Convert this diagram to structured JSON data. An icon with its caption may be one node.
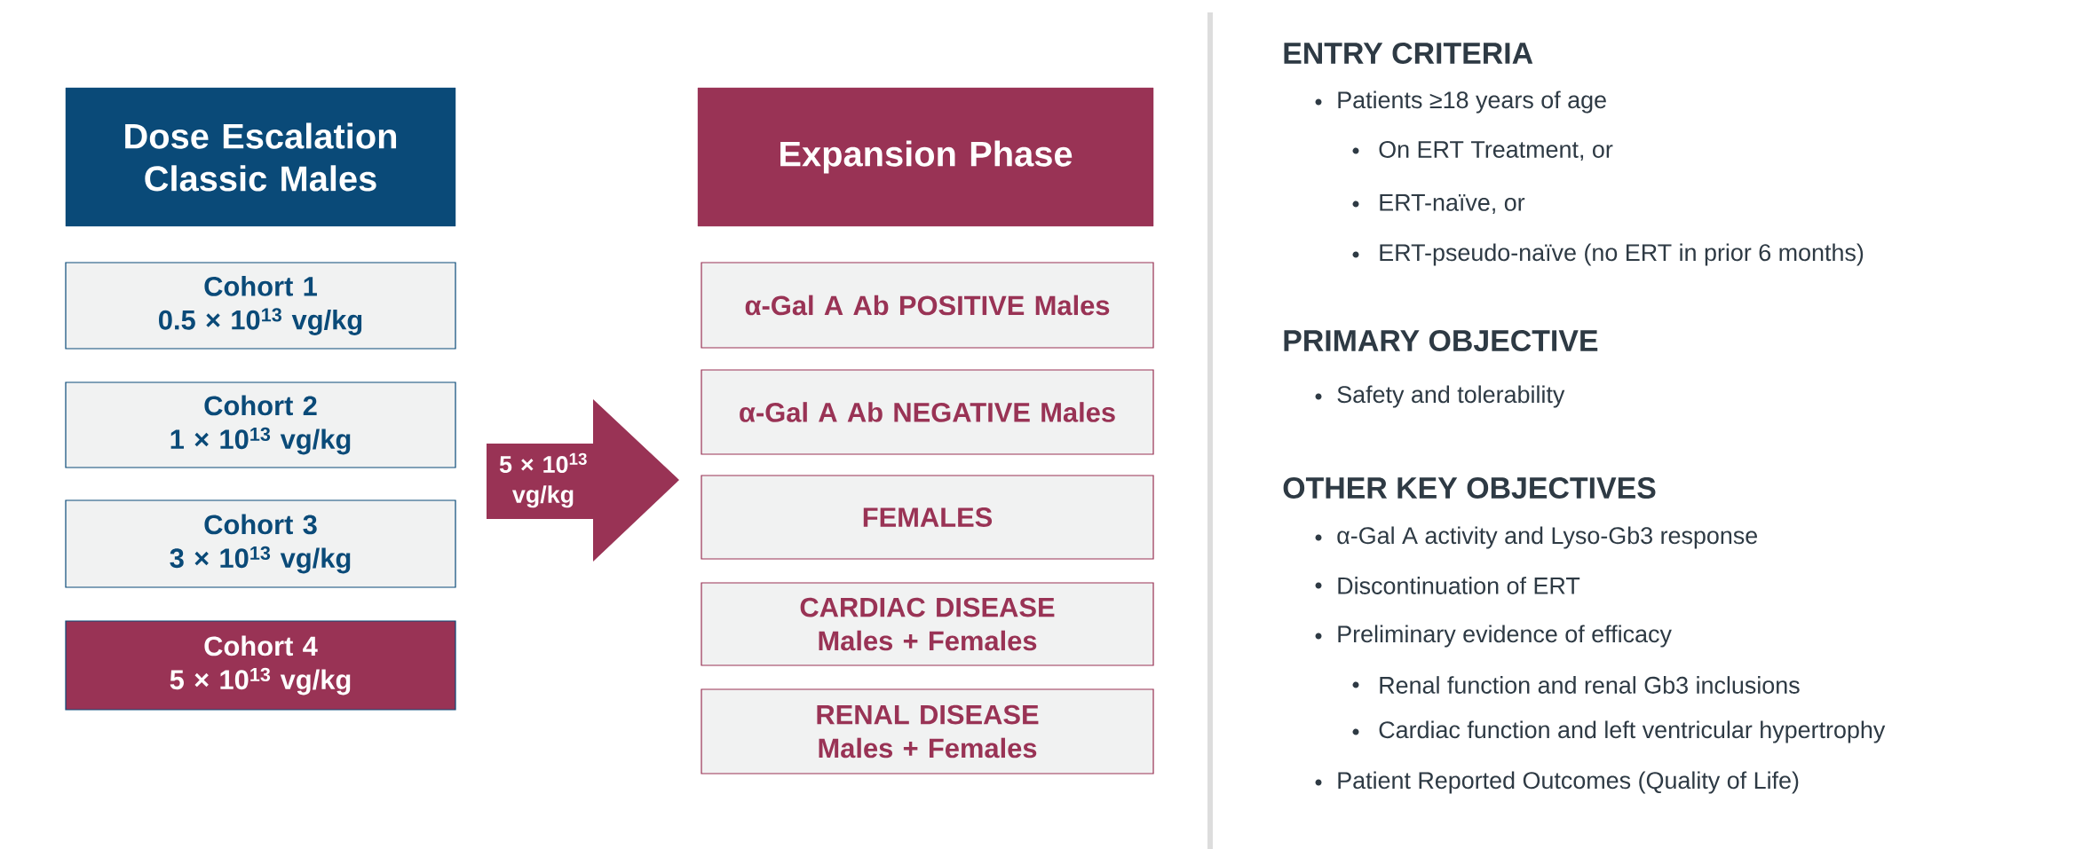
{
  "diagram": {
    "nodes": [
      {
        "text": [
          "Dose Escalation Classic Males"
        ]
      },
      {
        "text": [
          "Cohort 1",
          "0.5 × 10$^{13}$ vg/kg"
        ]
      },
      {
        "text": [
          "Cohort 2",
          "1 × 10$^{13}$ vg/kg"
        ]
      },
      {
        "text": [
          "Cohort 3",
          "3 × 10$^{13}$ vg/kg"
        ]
      },
      {
        "text": [
          "Cohort 4",
          "5 × 10$^{13}$ vg/kg"
        ]
      },
      {
        "text": [
          "5 × 10$^{13}$ vg/kg"
        ]
      },
      {
        "text": [
          "Expansion Phase"
        ]
      },
      {
        "text": [
          "α-Gal A Ab POSITIVE Males"
        ]
      },
      {
        "text": [
          "α-Gal A Ab NEGATIVE Males"
        ]
      },
      {
        "text": [
          "FEMALES"
        ]
      },
      {
        "text": [
          "CARDIAC DISEASE Males + Females"
        ]
      },
      {
        "text": [
          "RENAL DISEASE Males + Females"
        ]
      }
    ],
    "labels": [
      "ENTRY CRITERIA",
      "Patients ≥18 years of age",
      "On ERT Treatment, or",
      "ERT-naïve, or",
      "ERT-pseudo-naïve (no ERT in prior 6 months)",
      "PRIMARY OBJECTIVE",
      "Safety and tolerability",
      "OTHER KEY OBJECTIVES",
      "α-Gal A activity and Lyso-Gb3 response",
      "Discontinuation of ERT",
      "Preliminary evidence of efficacy",
      "Renal function and renal Gb3 inclusions",
      "Cardiac function and left ventricular hypertrophy",
      "Patient Reported Outcomes (Quality of Life)"
    ]
  }
}
